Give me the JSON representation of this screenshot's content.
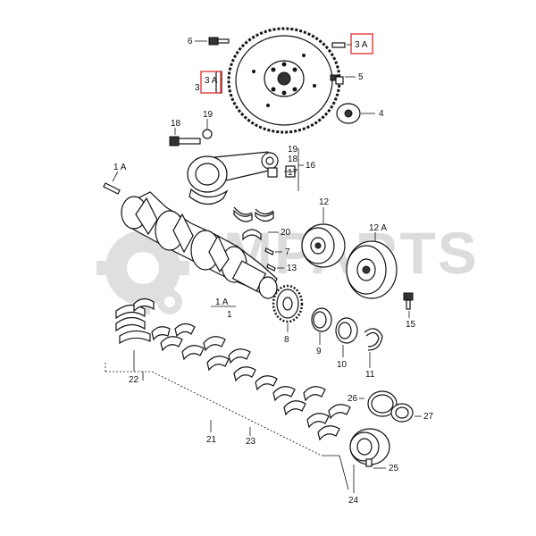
{
  "watermark": "MPARTS",
  "labels": {
    "flywheel_bolt_left": "6",
    "pin_3a_right": "3 A",
    "pin_3a_left": "3 A",
    "pin_3_left": "3",
    "bolt_5": "5",
    "washer_4": "4",
    "bolt_18": "18",
    "nut_19": "19",
    "group_19": "19",
    "group_18": "18",
    "group_17": "17",
    "group_16": "16",
    "key_1a_left": "1 A",
    "pulley_12": "12",
    "pulley_12a": "12 A",
    "bearing_20": "20",
    "key_7": "7",
    "key_13": "13",
    "bolt_15": "15",
    "shaft_1a": "1 A",
    "shaft_1": "1",
    "gear_8": "8",
    "ring_9": "9",
    "ring_10": "10",
    "ring_11": "11",
    "shells_22": "22",
    "shells_21": "21",
    "shells_23": "23",
    "seal_26": "26",
    "seal_27": "27",
    "pulley_24": "24",
    "seal_25": "25"
  },
  "colors": {
    "highlight": "#e23b3b",
    "ink": "#111111",
    "watermark": "#d9d9d9"
  }
}
